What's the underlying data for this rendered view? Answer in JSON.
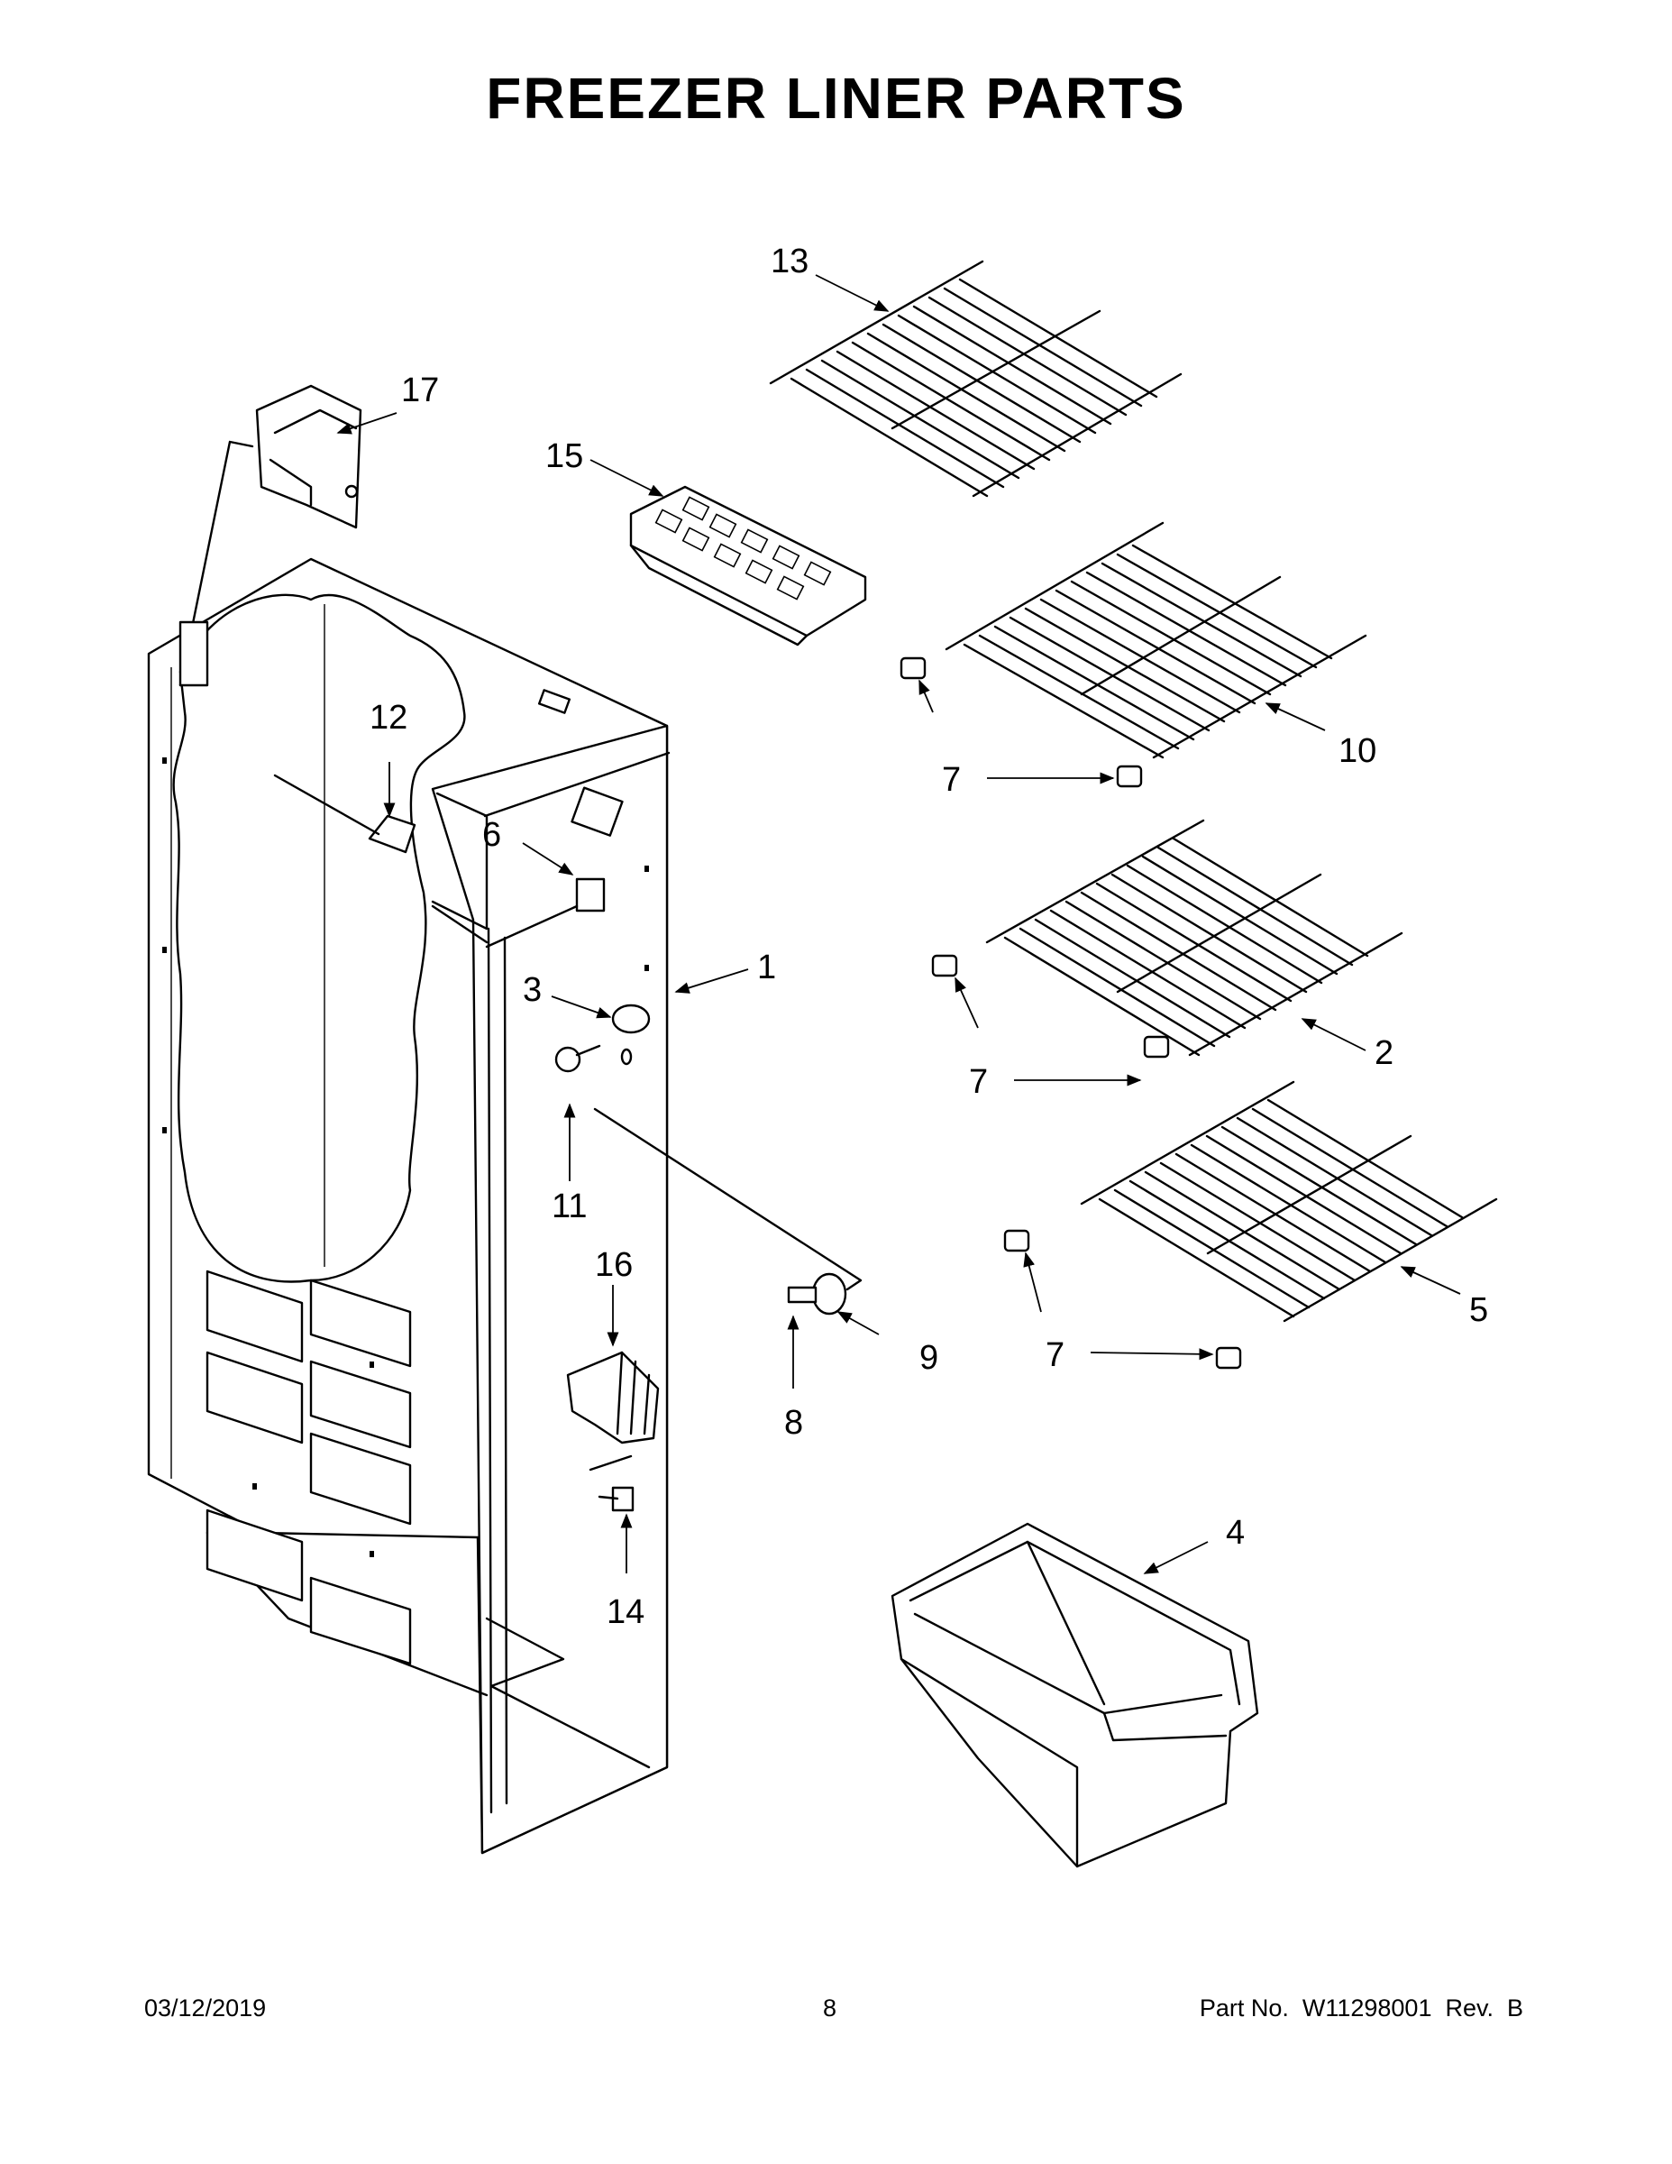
{
  "title": "FREEZER LINER PARTS",
  "footer": {
    "date": "03/12/2019",
    "page": "8",
    "part_label": "Part No.  W11298001  Rev.  B"
  },
  "callouts": [
    "1",
    "2",
    "3",
    "4",
    "5",
    "6",
    "7",
    "7",
    "7",
    "8",
    "9",
    "10",
    "11",
    "12",
    "13",
    "14",
    "15",
    "16",
    "17"
  ]
}
